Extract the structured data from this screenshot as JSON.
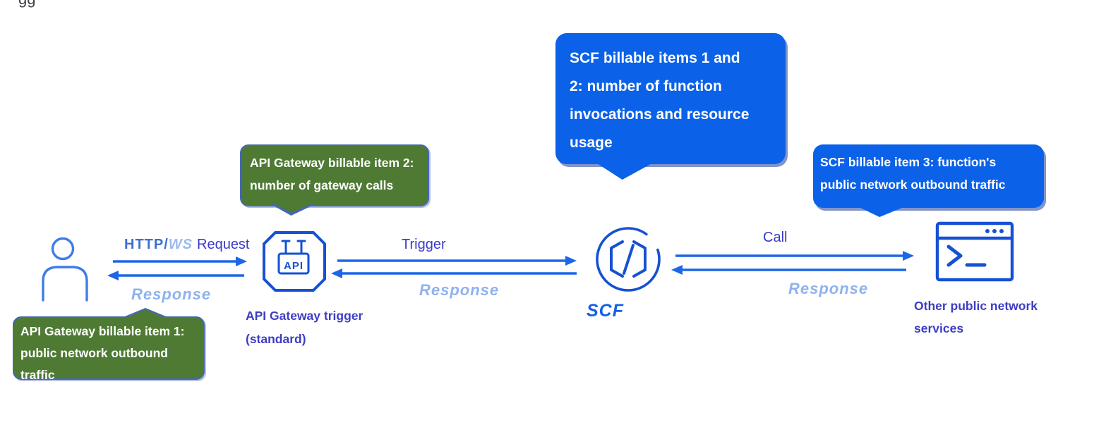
{
  "fragment": {
    "text": "gg"
  },
  "callouts": {
    "gateway_item2": {
      "text": "API Gateway billable item 2:\nnumber of gateway calls"
    },
    "scf_items_1_2": {
      "text": "SCF billable items 1 and\n2: number of function\ninvocations and resource\nusage"
    },
    "scf_item3": {
      "text": "SCF billable item 3: function's\npublic network outbound traffic"
    },
    "gateway_item1": {
      "text": "API Gateway billable item 1:\npublic network outbound\ntraffic"
    }
  },
  "nodes": {
    "api_gateway": {
      "label": "API Gateway trigger\n(standard)",
      "icon_text": "API"
    },
    "scf": {
      "label": "SCF"
    },
    "services": {
      "label": "Other public network\nservices"
    }
  },
  "flows": {
    "user_gateway": {
      "http": "HTTP/",
      "ws": "WS",
      "request": "Request",
      "response": "Response"
    },
    "gateway_scf": {
      "forward": "Trigger",
      "response": "Response"
    },
    "scf_services": {
      "forward": "Call",
      "response": "Response"
    }
  },
  "colors": {
    "callout_blue": "#0b62e8",
    "callout_green": "#4e7a33",
    "callout_border": "#4468b8",
    "icon_blue": "#1551d2",
    "person_blue": "#3f7ce8",
    "arrow_blue": "#1d66e8",
    "node_label": "#3d3dc4",
    "flow_label": "#3a3ac8",
    "response_label": "#8fb2ee"
  }
}
